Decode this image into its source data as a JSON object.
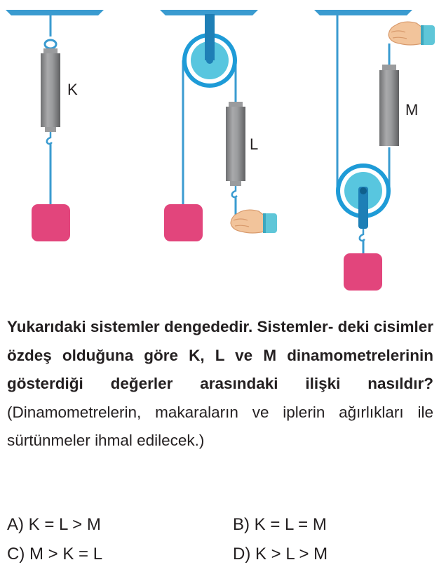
{
  "diagram": {
    "labels": {
      "k": "K",
      "l": "L",
      "m": "M"
    },
    "colors": {
      "ceiling": "#3a9bd0",
      "rope": "#3a9bd0",
      "dynamometer_body": "#8a8b8d",
      "pulley_outer": "#1e9bd7",
      "pulley_inner": "#58c6df",
      "weight": "#e2457c",
      "hand_skin": "#f2c49b",
      "sleeve": "#5fc6d8"
    }
  },
  "question": {
    "bold_lines": [
      "Yukarıdaki sistemler dengededir. Sistemler-",
      "deki cisimler özdeş olduğuna göre K, L ve",
      "M dinamometrelerinin gösterdiği değerler",
      "arasındaki ilişki nasıldır?"
    ],
    "note_first": "(Dinamometrelerin,",
    "note_lines": [
      "makaraların ve iplerin ağırlıkları ile sürtünmeler",
      "ihmal edilecek.)"
    ]
  },
  "options": {
    "a": {
      "letter": "A)",
      "text": "K = L > M"
    },
    "b": {
      "letter": "B)",
      "text": "K = L = M"
    },
    "c": {
      "letter": "C)",
      "text": "M > K = L"
    },
    "d": {
      "letter": "D)",
      "text": "K > L > M"
    }
  }
}
